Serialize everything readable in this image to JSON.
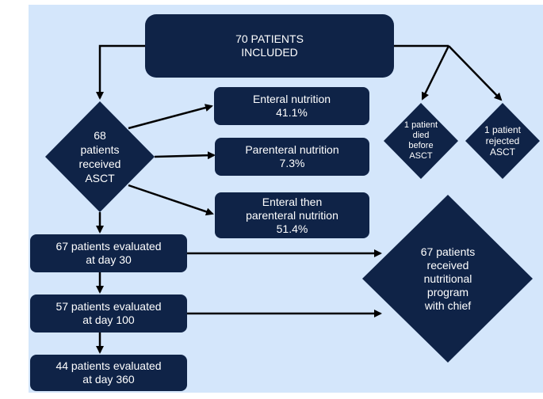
{
  "diagram": {
    "colors": {
      "node_fill": "#0f2347",
      "background": "#d4e6fb",
      "arrow": "#000000",
      "text": "#ffffff"
    },
    "nodes": {
      "included": "70 PATIENTS\nINCLUDED",
      "received_asct": "68\npatients\nreceived\nASCT",
      "died_before": "1 patient\ndied\nbefore\nASCT",
      "rejected": "1 patient\nrejected\nASCT",
      "enteral": "Enteral nutrition\n41.1%",
      "parenteral": "Parenteral nutrition\n7.3%",
      "enteral_then_parenteral": "Enteral then\nparenteral nutrition\n51.4%",
      "day30": "67 patients evaluated\nat day 30",
      "day100": "57 patients evaluated\nat day 100",
      "day360": "44 patients evaluated\nat day 360",
      "nutritional_program": "67 patients\nreceived\nnutritional\nprogram\nwith chief"
    }
  }
}
